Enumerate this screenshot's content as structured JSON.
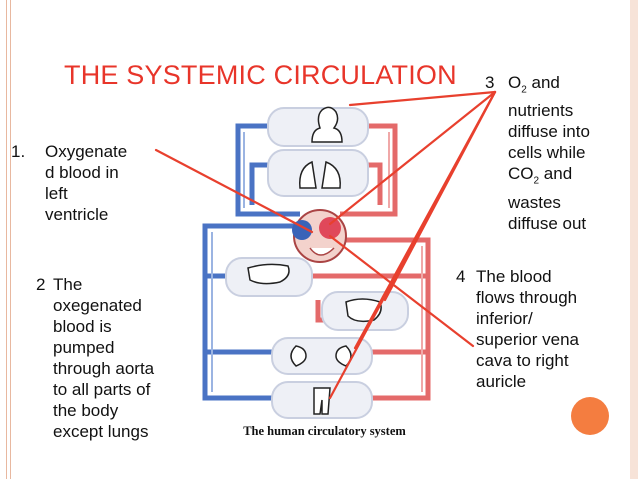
{
  "title": "THE SYSTEMIC CIRCULATION",
  "caption": "The human circulatory system",
  "labels": {
    "step1": {
      "number": "1.",
      "lines": [
        "Oxygenate",
        "d blood in",
        "left",
        "ventricle"
      ]
    },
    "step2": {
      "number": "2",
      "lines": [
        "The",
        "oxegenated",
        "blood is",
        "pumped",
        "through aorta",
        "to all parts of",
        "the body",
        "except lungs"
      ]
    },
    "step3": {
      "number": "3",
      "first_line": {
        "pre": "O",
        "sub": "2",
        "post": " and"
      },
      "lines": [
        "nutrients",
        "diffuse into",
        "cells while"
      ],
      "co2_line": {
        "pre": "CO",
        "sub": "2",
        "post": " and"
      },
      "tail_lines": [
        "wastes",
        "diffuse out"
      ]
    },
    "step4": {
      "number": "4",
      "lines": [
        "The blood",
        "flows through",
        "inferior/",
        "superior vena",
        "cava to right",
        "auricle"
      ]
    }
  },
  "colors": {
    "title": "#e8352a",
    "pointer": "#e8402e",
    "artery": "#e46a6a",
    "vein": "#4a73c4",
    "accent": "#f47d40"
  }
}
